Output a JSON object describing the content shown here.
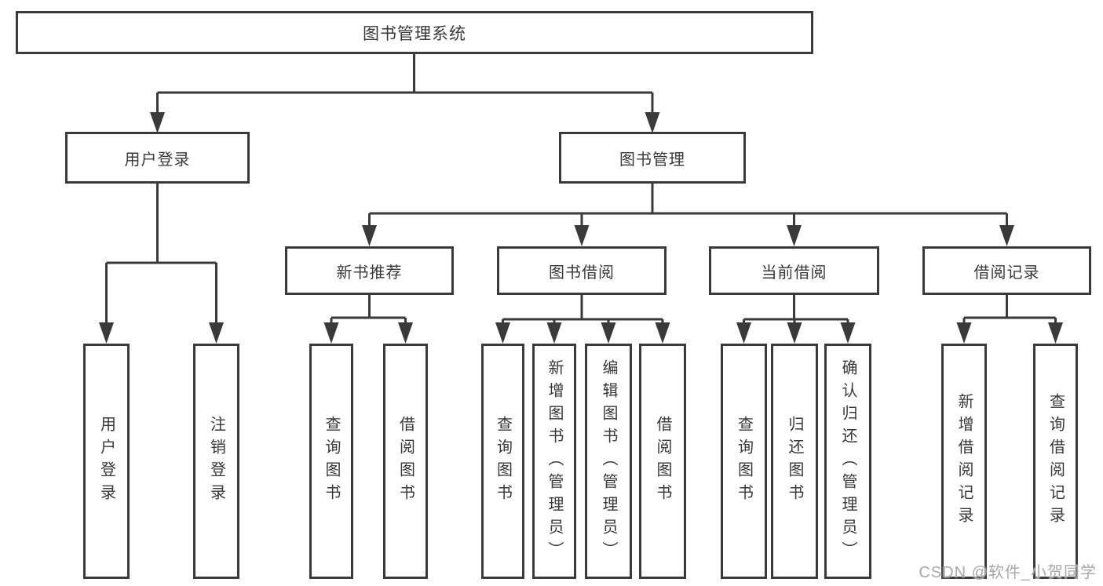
{
  "diagram": {
    "type": "tree",
    "title": "图书管理系统",
    "colors": {
      "line": "#3a3a3a",
      "box_border": "#3a3a3a",
      "text": "#383838",
      "background": "#ffffff",
      "watermark": "#a8a8a8"
    },
    "nodes": {
      "root": {
        "label": "图书管理系统",
        "level": 0
      },
      "user_login": {
        "label": "用户登录",
        "level": 1
      },
      "book_mgmt": {
        "label": "图书管理",
        "level": 1
      },
      "new_book_rec": {
        "label": "新书推荐",
        "level": 2
      },
      "book_borrow": {
        "label": "图书借阅",
        "level": 2
      },
      "current_borrow": {
        "label": "当前借阅",
        "level": 2
      },
      "borrow_records": {
        "label": "借阅记录",
        "level": 2
      },
      "leaf_user_login": {
        "label": "用户登录",
        "level": 3
      },
      "leaf_logout": {
        "label": "注销登录",
        "level": 3
      },
      "leaf_nbr_query_book": {
        "label": "查询图书",
        "level": 3
      },
      "leaf_nbr_borrow_book": {
        "label": "借阅图书",
        "level": 3
      },
      "leaf_bor_query_book": {
        "label": "查询图书",
        "level": 3
      },
      "leaf_bor_add_book": {
        "label": "新增图书（管理员）",
        "level": 3
      },
      "leaf_bor_edit_book": {
        "label": "编辑图书（管理员）",
        "level": 3
      },
      "leaf_bor_borrow_book": {
        "label": "借阅图书",
        "level": 3
      },
      "leaf_cur_query_book": {
        "label": "查询图书",
        "level": 3
      },
      "leaf_cur_return_book": {
        "label": "归还图书",
        "level": 3
      },
      "leaf_cur_confirm_return": {
        "label": "确认归还（管理员）",
        "level": 3
      },
      "leaf_log_add_record": {
        "label": "新增借阅记录",
        "level": 3
      },
      "leaf_log_query_record": {
        "label": "查询借阅记录",
        "level": 3
      }
    },
    "edges": [
      [
        "root",
        "user_login"
      ],
      [
        "root",
        "book_mgmt"
      ],
      [
        "user_login",
        "leaf_user_login"
      ],
      [
        "user_login",
        "leaf_logout"
      ],
      [
        "book_mgmt",
        "new_book_rec"
      ],
      [
        "book_mgmt",
        "book_borrow"
      ],
      [
        "book_mgmt",
        "current_borrow"
      ],
      [
        "book_mgmt",
        "borrow_records"
      ],
      [
        "new_book_rec",
        "leaf_nbr_query_book"
      ],
      [
        "new_book_rec",
        "leaf_nbr_borrow_book"
      ],
      [
        "book_borrow",
        "leaf_bor_query_book"
      ],
      [
        "book_borrow",
        "leaf_bor_add_book"
      ],
      [
        "book_borrow",
        "leaf_bor_edit_book"
      ],
      [
        "book_borrow",
        "leaf_bor_borrow_book"
      ],
      [
        "current_borrow",
        "leaf_cur_query_book"
      ],
      [
        "current_borrow",
        "leaf_cur_return_book"
      ],
      [
        "current_borrow",
        "leaf_cur_confirm_return"
      ],
      [
        "borrow_records",
        "leaf_log_add_record"
      ],
      [
        "borrow_records",
        "leaf_log_query_record"
      ]
    ]
  },
  "watermark": {
    "text": "CSDN @软件_小贺同学"
  }
}
